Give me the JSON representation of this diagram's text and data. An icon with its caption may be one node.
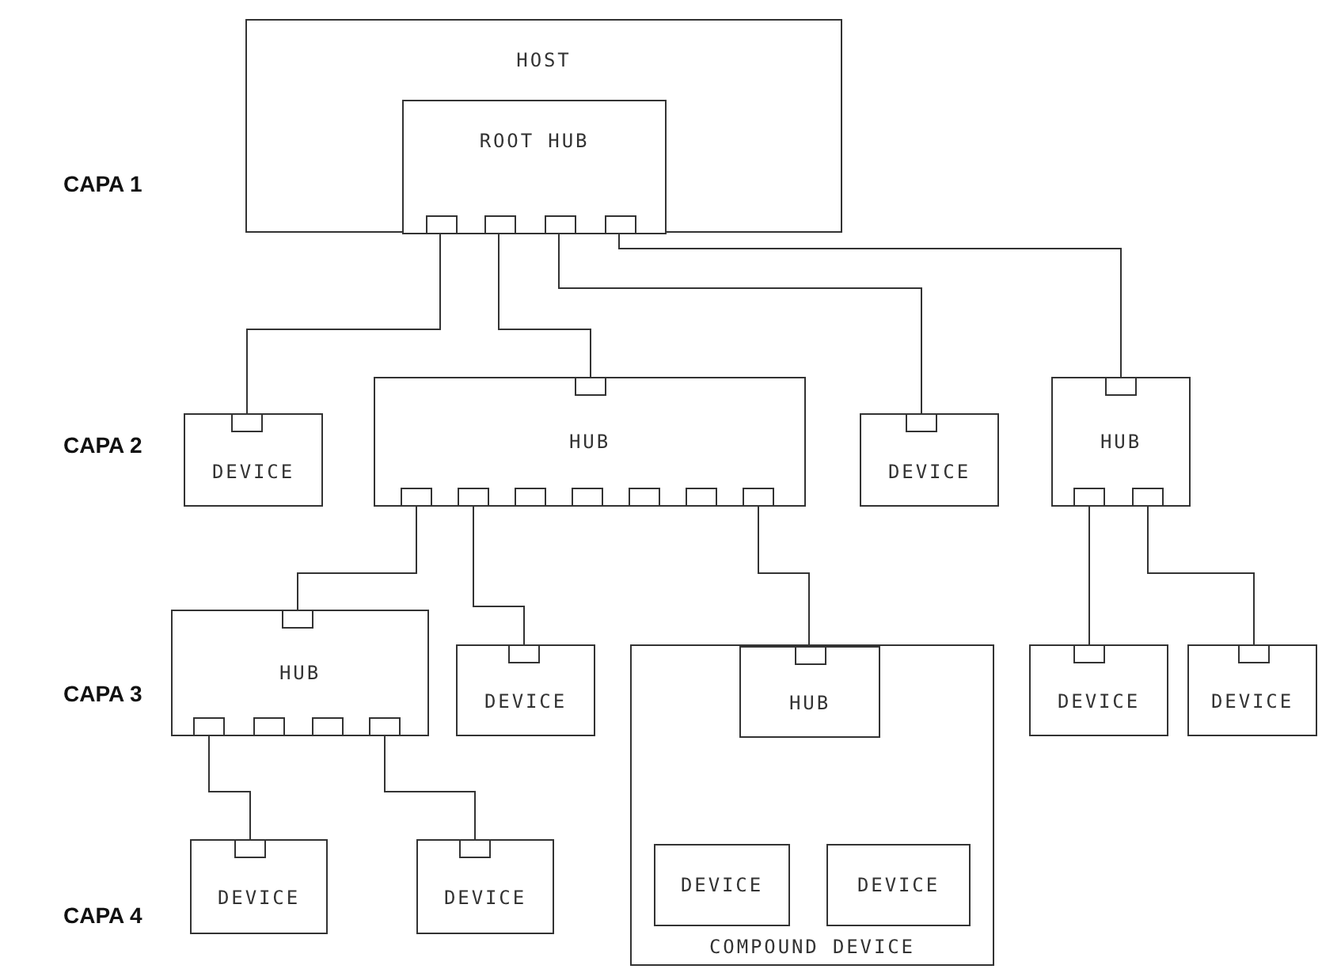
{
  "diagram": {
    "nodes": [
      {
        "text": [
          "HOST"
        ]
      },
      {
        "text": [
          "ROOT HUB"
        ],
        "in": 0
      },
      {
        "text": [
          "DEVICE"
        ]
      },
      {
        "text": [
          "HUB"
        ]
      },
      {
        "text": [
          "DEVICE"
        ]
      },
      {
        "text": [
          "HUB"
        ]
      },
      {
        "text": [
          "HUB"
        ]
      },
      {
        "text": [
          "DEVICE"
        ]
      },
      {
        "text": [
          "COMPOUND DEVICE"
        ]
      },
      {
        "text": [
          "HUB"
        ],
        "in": 8
      },
      {
        "text": [
          "DEVICE"
        ],
        "in": 8
      },
      {
        "text": [
          "DEVICE"
        ],
        "in": 8
      },
      {
        "text": [
          "DEVICE"
        ]
      },
      {
        "text": [
          "DEVICE"
        ]
      },
      {
        "text": [
          "DEVICE"
        ]
      },
      {
        "text": [
          "DEVICE"
        ]
      }
    ],
    "edges": [
      {
        "from": 1,
        "to": 2,
        "arrow": "none"
      },
      {
        "from": 1,
        "to": 3,
        "arrow": "none"
      },
      {
        "from": 1,
        "to": 4,
        "arrow": "none"
      },
      {
        "from": 1,
        "to": 5,
        "arrow": "none"
      },
      {
        "from": 3,
        "to": 6,
        "arrow": "none"
      },
      {
        "from": 3,
        "to": 7,
        "arrow": "none"
      },
      {
        "from": 3,
        "to": 9,
        "arrow": "none"
      },
      {
        "from": 5,
        "to": 12,
        "arrow": "none"
      },
      {
        "from": 5,
        "to": 13,
        "arrow": "none"
      },
      {
        "from": 6,
        "to": 14,
        "arrow": "none"
      },
      {
        "from": 6,
        "to": 15,
        "arrow": "none"
      }
    ],
    "labels": [
      "CAPA 1",
      "CAPA 2",
      "CAPA 3",
      "CAPA 4"
    ]
  }
}
